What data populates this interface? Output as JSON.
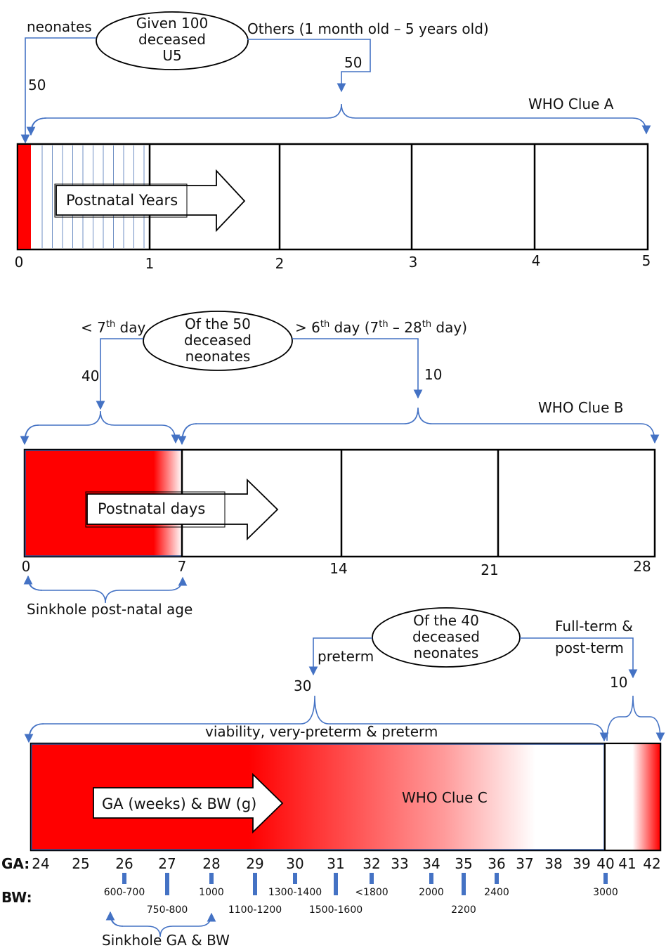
{
  "colors": {
    "red": "#ff0000",
    "blue": "#4472c4",
    "black": "#000000"
  },
  "panel_a": {
    "ellipse": [
      "Given 100",
      "deceased",
      "U5"
    ],
    "left_label": "neonates",
    "right_label": "Others (1 month old – 5 years old)",
    "left_count": "50",
    "right_count": "50",
    "clue": "WHO Clue A",
    "arrow_label": "Postnatal Years",
    "ticks": [
      "0",
      "1",
      "2",
      "3",
      "4",
      "5"
    ]
  },
  "panel_b": {
    "ellipse": [
      "Of the 50",
      "deceased",
      "neonates"
    ],
    "left_label_pre": "< 7",
    "left_label_sup": "th",
    "left_label_post": " day",
    "right_label_1": "> 6",
    "right_label_1_sup": "th",
    "right_label_2": " day (7",
    "right_label_2_sup": "th",
    "right_label_3": " – 28",
    "right_label_3_sup": "th",
    "right_label_4": " day)",
    "left_count": "40",
    "right_count": "10",
    "clue": "WHO Clue B",
    "arrow_label": "Postnatal days",
    "ticks": [
      "0",
      "7",
      "14",
      "21",
      "28"
    ],
    "sinkhole": "Sinkhole post-natal age"
  },
  "panel_c": {
    "ellipse": [
      "Of the 40",
      "deceased",
      "neonates"
    ],
    "left_label": "preterm",
    "right_label": [
      "Full-term &",
      "post-term"
    ],
    "left_count": "30",
    "right_count": "10",
    "span_label": "viability, very-preterm & preterm",
    "clue": "WHO Clue C",
    "arrow_label": "GA (weeks) & BW (g)",
    "ga_label": "GA:",
    "bw_label": "BW:",
    "ga": [
      "24",
      "25",
      "26",
      "27",
      "28",
      "29",
      "30",
      "31",
      "32",
      "33",
      "34",
      "35",
      "36",
      "37",
      "38",
      "39",
      "40",
      "41",
      "42"
    ],
    "bw": [
      {
        "ga": 26,
        "label": "600-700",
        "row": 1
      },
      {
        "ga": 27,
        "label": "750-800",
        "row": 2
      },
      {
        "ga": 28,
        "label": "1000",
        "row": 1
      },
      {
        "ga": 29,
        "label": "1100-1200",
        "row": 2
      },
      {
        "ga": 30,
        "label": "1300-1400",
        "row": 1
      },
      {
        "ga": 31,
        "label": "1500-1600",
        "row": 2
      },
      {
        "ga": 32,
        "label": "<1800",
        "row": 1
      },
      {
        "ga": 34,
        "label": "2000",
        "row": 1
      },
      {
        "ga": 35,
        "label": "2200",
        "row": 2
      },
      {
        "ga": 36,
        "label": "2400",
        "row": 1
      },
      {
        "ga": 40,
        "label": "3000",
        "row": 1
      }
    ],
    "sinkhole": "Sinkhole GA & BW"
  }
}
